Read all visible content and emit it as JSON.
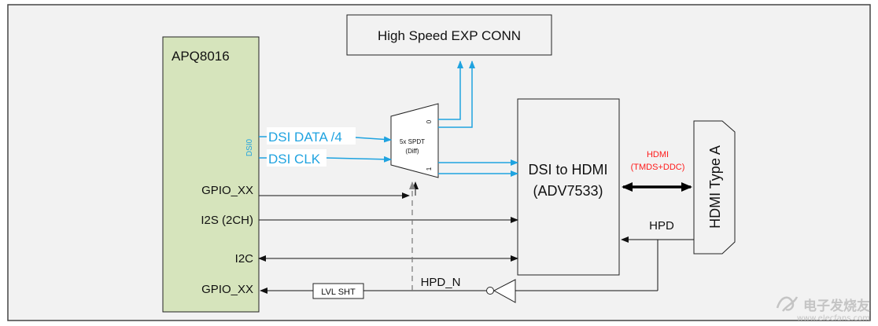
{
  "blocks": {
    "soc": "APQ8016",
    "exp_conn": "High Speed EXP CONN",
    "bridge_line1": "DSI to HDMI",
    "bridge_line2": "(ADV7533)",
    "connector": "HDMI Type A",
    "switch_line1": "5x SPDT",
    "switch_line2": "(Diff)",
    "switch_port0": "0",
    "switch_port1": "1",
    "level_shifter": "LVL SHT"
  },
  "signals": {
    "dsi_group": "DSI0",
    "dsi_data": "DSI DATA /4",
    "dsi_clk": "DSI CLK",
    "gpio_top": "GPIO_XX",
    "i2s": "I2S (2CH)",
    "i2c": "I2C",
    "gpio_bottom": "GPIO_XX",
    "hpd_n": "HPD_N",
    "hpd": "HPD",
    "hdmi_link_line1": "HDMI",
    "hdmi_link_line2": "(TMDS+DDC)"
  },
  "colors": {
    "soc_fill": "#d6e4bc",
    "box_fill": "#f2f2f2",
    "blue_signal": "#1fa3e0",
    "red_label": "#ff1a1a",
    "line": "#111111"
  },
  "watermark": {
    "title": "电子发烧友",
    "url": "www.elecfans.com"
  }
}
